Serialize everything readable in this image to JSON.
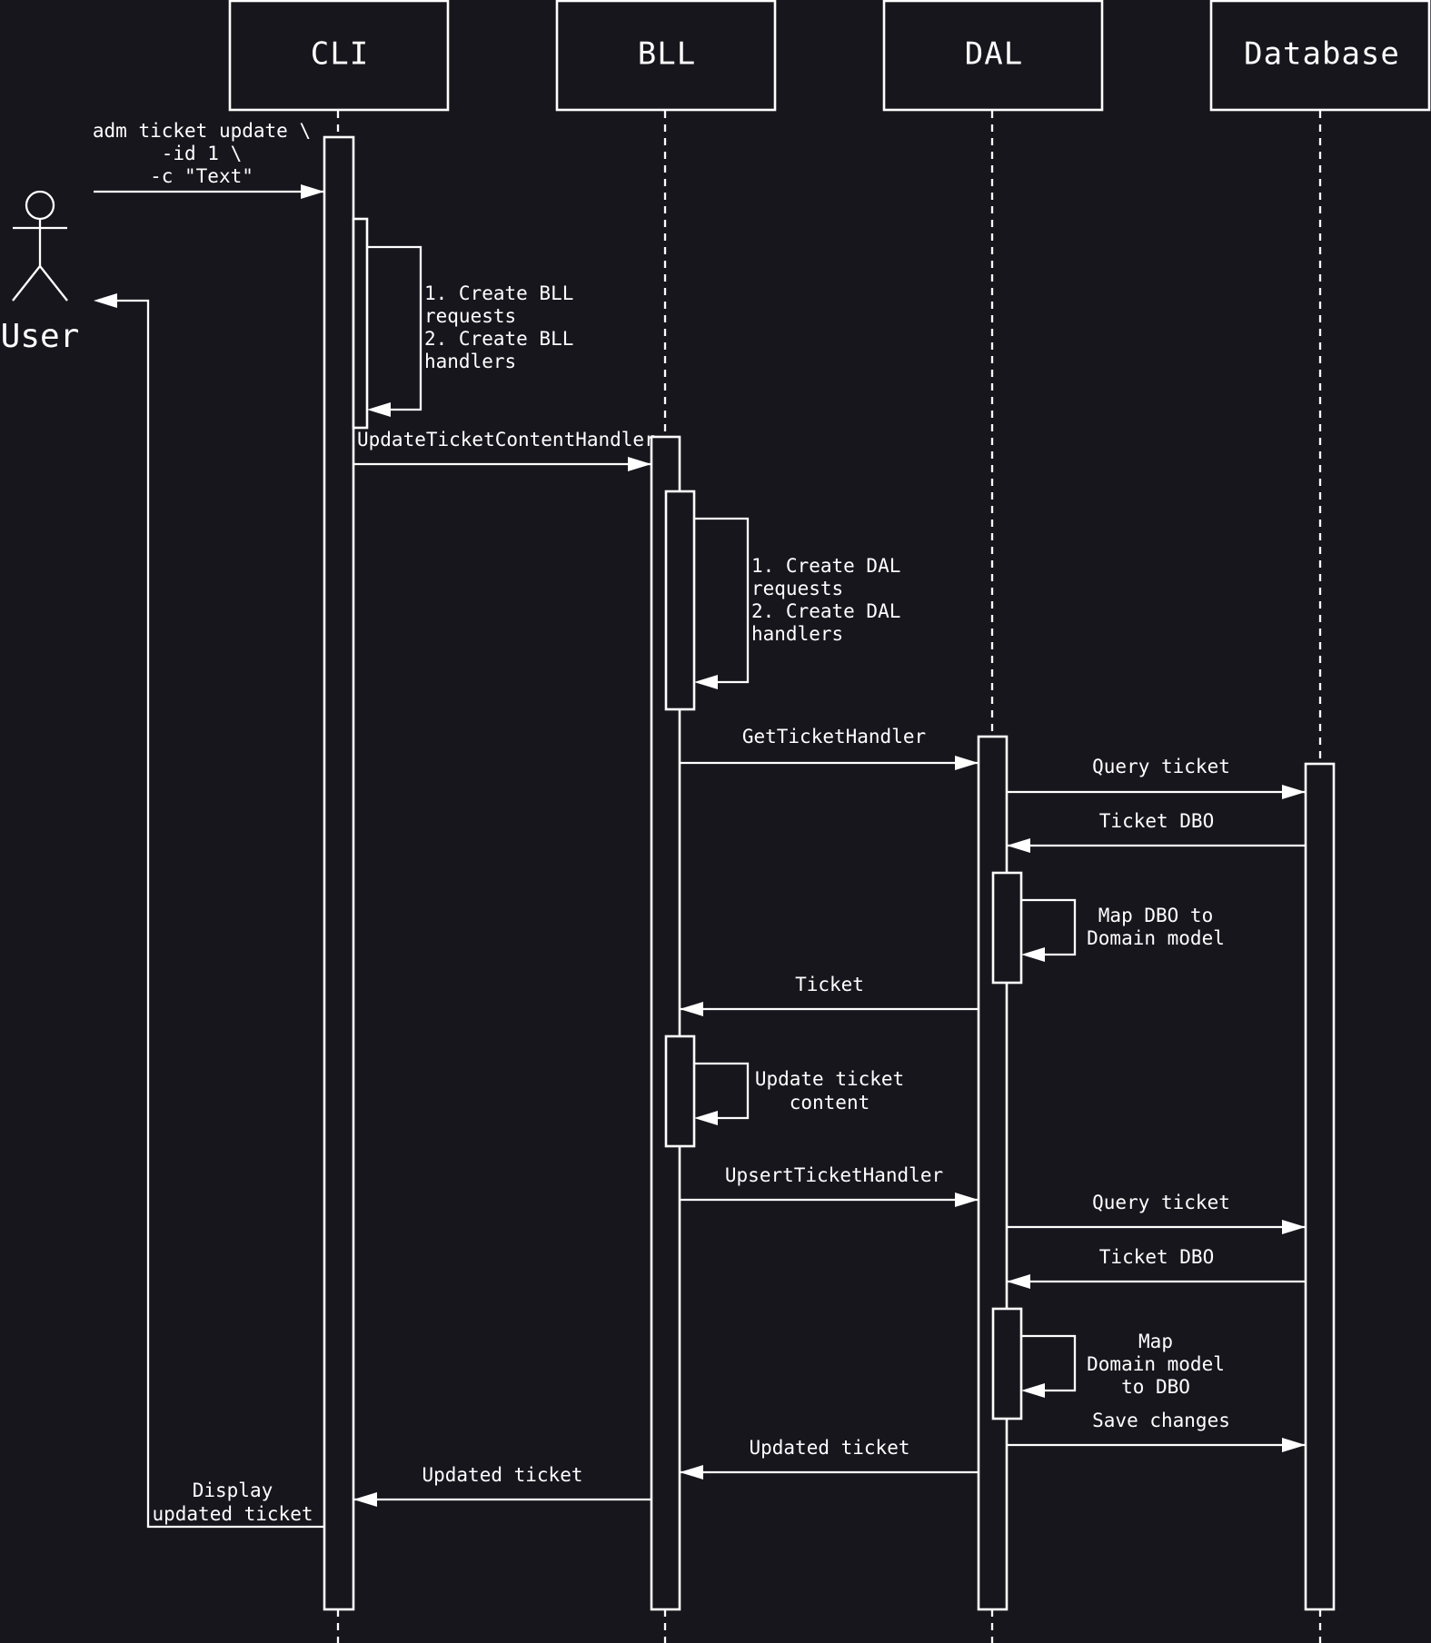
{
  "colors": {
    "background": "#18161d",
    "foreground": "#ffffff"
  },
  "actor": {
    "label": "User",
    "icon": "stick-figure-icon"
  },
  "participants": [
    {
      "id": "cli",
      "label": "CLI"
    },
    {
      "id": "bll",
      "label": "BLL"
    },
    {
      "id": "dal",
      "label": "DAL"
    },
    {
      "id": "database",
      "label": "Database"
    }
  ],
  "messages": [
    {
      "id": "cmd",
      "lines": [
        "adm ticket update \\",
        "-id 1 \\",
        "-c \"Text\""
      ]
    },
    {
      "id": "cli-self",
      "lines": [
        "1. Create BLL",
        "requests",
        "2. Create BLL",
        "handlers"
      ]
    },
    {
      "id": "update-handler",
      "lines": [
        "UpdateTicketContentHandler"
      ]
    },
    {
      "id": "bll-self",
      "lines": [
        "1. Create DAL",
        "requests",
        "2. Create DAL",
        "handlers"
      ]
    },
    {
      "id": "get-handler",
      "lines": [
        "GetTicketHandler"
      ]
    },
    {
      "id": "query-1",
      "lines": [
        "Query ticket"
      ]
    },
    {
      "id": "dbo-1",
      "lines": [
        "Ticket DBO"
      ]
    },
    {
      "id": "map-1",
      "lines": [
        "Map DBO to",
        "Domain model"
      ]
    },
    {
      "id": "ticket-return",
      "lines": [
        "Ticket"
      ]
    },
    {
      "id": "update-content",
      "lines": [
        "Update ticket",
        "content"
      ]
    },
    {
      "id": "upsert-handler",
      "lines": [
        "UpsertTicketHandler"
      ]
    },
    {
      "id": "query-2",
      "lines": [
        "Query ticket"
      ]
    },
    {
      "id": "dbo-2",
      "lines": [
        "Ticket DBO"
      ]
    },
    {
      "id": "map-2",
      "lines": [
        "Map",
        "Domain model",
        "to DBO"
      ]
    },
    {
      "id": "save-changes",
      "lines": [
        "Save changes"
      ]
    },
    {
      "id": "updated-dal",
      "lines": [
        "Updated ticket"
      ]
    },
    {
      "id": "updated-bll",
      "lines": [
        "Updated ticket"
      ]
    },
    {
      "id": "display",
      "lines": [
        "Display",
        "updated ticket"
      ]
    }
  ]
}
